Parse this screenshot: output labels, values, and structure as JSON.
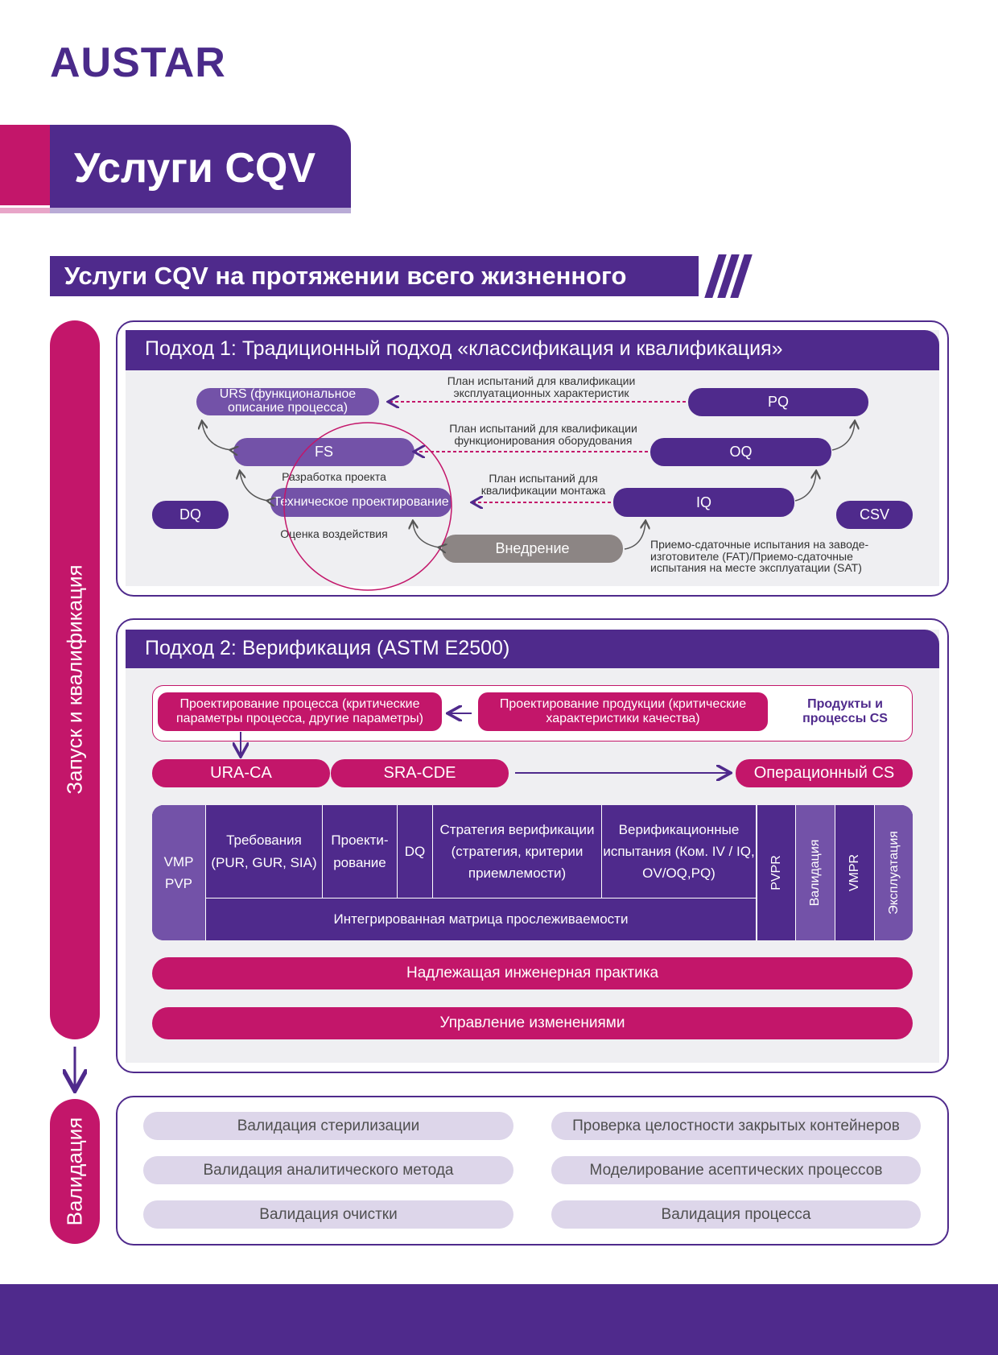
{
  "brand": {
    "logo": "AUSTAR"
  },
  "page": {
    "title": "Услуги CQV",
    "subtitle": "Услуги CQV на протяжении всего жизненного цикла"
  },
  "sidebar": {
    "commissioning": "Запуск и квалификация",
    "validation": "Валидация"
  },
  "approach1": {
    "header": "Подход 1: Традиционный подход «классификация и квалификация»",
    "urs": "URS (функциональное описание процесса)",
    "fs": "FS",
    "tech_design": "Техническое проектирование",
    "dq": "DQ",
    "implementation": "Внедрение",
    "pq": "PQ",
    "oq": "OQ",
    "iq": "IQ",
    "csv": "CSV",
    "pq_plan": "План испытаний для квалификации эксплуатационных характеристик",
    "oq_plan": "План испытаний для квалификации функционирования оборудования",
    "iq_plan": "План испытаний для квалификации монтажа",
    "project_dev": "Разработка проекта",
    "impact_assessment": "Оценка воздействия",
    "fat_sat": "Приемо-сдаточные испытания на заводе-изготовителе (FAT)/Приемо-сдаточные испытания на месте эксплуатации (SAT)"
  },
  "approach2": {
    "header": "Подход 2: Верификация (ASTM E2500)",
    "process_design": "Проектирование процесса (критические параметры процесса, другие параметры)",
    "product_design": "Проектирование продукции (критические характеристики качества)",
    "products_cs": "Продукты и процессы CS",
    "ura_ca": "URA-CA",
    "sra_cde": "SRA-CDE",
    "operational_cs": "Операционный CS",
    "matrix": {
      "vmp_pvp": "VMP PVP",
      "requirements": "Требования (PUR, GUR, SIA)",
      "design": "Проекти-рование",
      "dq": "DQ",
      "strategy": "Стратегия верификации (стратегия, критерии приемлемости)",
      "tests": "Верификационные испытания (Ком. IV / IQ, OV/OQ,PQ)",
      "traceability": "Интегрированная матрица прослеживаемости",
      "pvpr": "PVPR",
      "validation": "Валидация",
      "vmpr": "VMPR",
      "operation": "Эксплуатация"
    },
    "gep": "Надлежащая инженерная практика",
    "change_mgmt": "Управление изменениями"
  },
  "validation": {
    "items": [
      "Валидация стерилизации",
      "Проверка целостности закрытых контейнеров",
      "Валидация аналитического метода",
      "Моделирование асептических процессов",
      "Валидация очистки",
      "Валидация процесса"
    ]
  },
  "colors": {
    "primary": "#4f2a8c",
    "accent": "#c3166a",
    "lavender": "#ddd6ea",
    "gray": "#8c8584"
  }
}
